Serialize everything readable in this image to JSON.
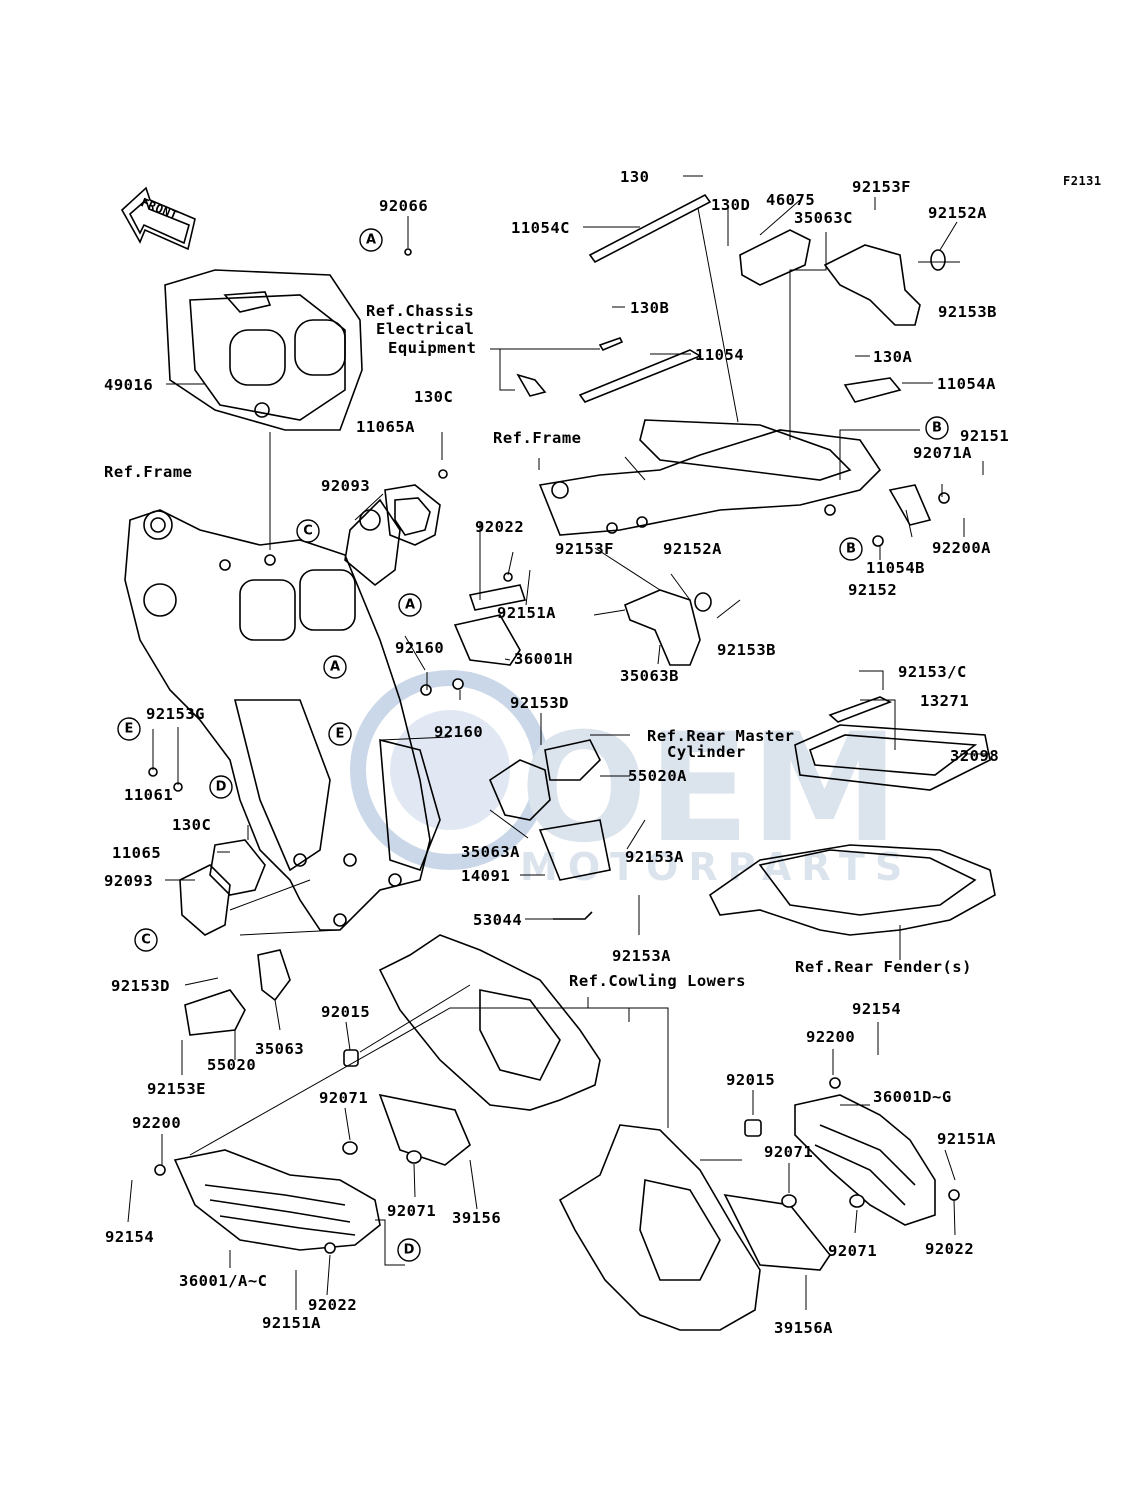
{
  "diagram_code": "F2131",
  "front_arrow": "FRONT",
  "watermark": {
    "logo_text": "OEM",
    "sub_text": "MOTORPARTS",
    "color": "#a9c0dd"
  },
  "refs": {
    "chassis_electrical": [
      "Ref.Chassis",
      "Electrical",
      "Equipment"
    ],
    "frame_left": "Ref.Frame",
    "frame_right": "Ref.Frame",
    "rear_master_cylinder": [
      "Ref.Rear Master",
      "Cylinder"
    ],
    "rear_fender": "Ref.Rear Fender(s)",
    "cowling_lowers": "Ref.Cowling Lowers"
  },
  "circle_markers": [
    "A",
    "A",
    "A",
    "B",
    "B",
    "C",
    "C",
    "D",
    "D",
    "E",
    "E"
  ],
  "labels": {
    "l130": "130",
    "l11054C": "11054C",
    "l130D": "130D",
    "l46075": "46075",
    "l35063C": "35063C",
    "l92153F_top": "92153F",
    "l92152A_top": "92152A",
    "l92153B_top": "92153B",
    "l92066": "92066",
    "l49016": "49016",
    "l130B": "130B",
    "l11054": "11054",
    "l130A": "130A",
    "l11054A": "11054A",
    "l130C_top": "130C",
    "l11065A": "11065A",
    "l92093_top": "92093",
    "l92151": "92151",
    "l92071A": "92071A",
    "l92200A": "92200A",
    "l11054B": "11054B",
    "l92152": "92152",
    "l92022_top": "92022",
    "l92151A_mid": "92151A",
    "l92152A_mid": "92152A",
    "l92153F_mid": "92153F",
    "l92153B_mid": "92153B",
    "l35063B": "35063B",
    "l36001H": "36001H",
    "l92160_a": "92160",
    "l92160_b": "92160",
    "l92153_C": "92153/C",
    "l13271": "13271",
    "l32098": "32098",
    "l92153G": "92153G",
    "l11061": "11061",
    "l92153D_mid": "92153D",
    "l55020A": "55020A",
    "l35063A": "35063A",
    "l92153A_mid": "92153A",
    "l14091": "14091",
    "l130C_low": "130C",
    "l11065": "11065",
    "l92093_low": "92093",
    "l53044": "53044",
    "l92153A_low": "92153A",
    "l92153D_low": "92153D",
    "l35063": "35063",
    "l55020": "55020",
    "l92153E": "92153E",
    "l92015_left": "92015",
    "l92200_left": "92200",
    "l92071_left_a": "92071",
    "l92071_left_b": "92071",
    "l39156": "39156",
    "l92154_left": "92154",
    "l36001_AC": "36001/A~C",
    "l92022_left": "92022",
    "l92151A_left": "92151A",
    "l92154_right": "92154",
    "l92200_right": "92200",
    "l92015_right": "92015",
    "l36001D_G": "36001D~G",
    "l92151A_right": "92151A",
    "l92071_right_a": "92071",
    "l92071_right_b": "92071",
    "l92022_right": "92022",
    "l39156A": "39156A"
  }
}
